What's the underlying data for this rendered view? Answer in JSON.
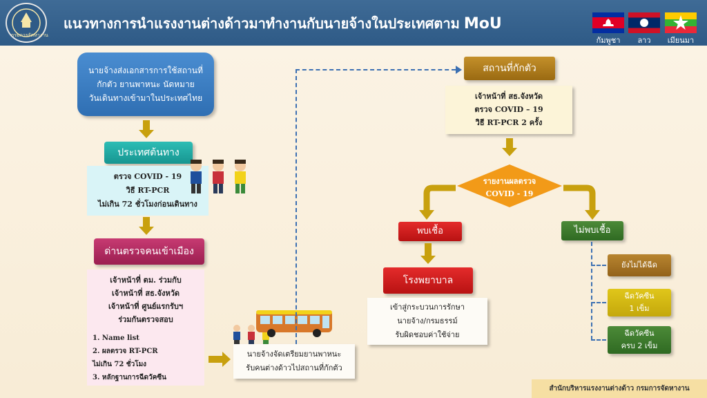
{
  "header": {
    "title": "แนวทางการนำแรงงานต่างด้าวมาทำงานกับนายจ้างในประเทศตาม",
    "title_suffix": "MoU",
    "logo_text": "กรมการจัดหางาน",
    "flags": [
      {
        "label": "กัมพูชา",
        "icon": "cambodia-flag"
      },
      {
        "label": "ลาว",
        "icon": "laos-flag"
      },
      {
        "label": "เมียนมา",
        "icon": "myanmar-flag"
      }
    ]
  },
  "left_flow": {
    "employer_docs": [
      "นายจ้างส่งเอกสารการใช้สถานที่",
      "กักตัว ยานพาหนะ นัดหมาย",
      "วันเดินทางเข้ามาในประเทศไทย"
    ],
    "origin_title": "ประเทศต้นทาง",
    "origin_lines": [
      "ตรวจ COVID - 19",
      "วิธี RT-PCR",
      "ไม่เกิน 72 ชั่วโมงก่อนเดินทาง"
    ],
    "checkpoint_title": "ด่านตรวจคนเข้าเมือง",
    "checkpoint_lines": [
      "เจ้าหน้าที่ ตม. ร่วมกับ",
      "เจ้าหน้าที่ สธ.จังหวัด",
      "เจ้าหน้าที่ ศูนย์แรกรับฯ",
      "ร่วมกันตรวจสอบ"
    ],
    "checkpoint_list": [
      "1. Name list",
      "2. ผลตรวจ RT-PCR",
      "ไม่เกิน 72 ชั่วโมง",
      "3. หลักฐานการฉีดวัคซีน"
    ],
    "transport_lines": [
      "นายจ้างจัดเตรียมยานพาหนะ",
      "รับคนต่างด้าวไปสถานที่กักตัว"
    ]
  },
  "right_flow": {
    "quarantine_title": "สถานที่กักตัว",
    "quarantine_lines": [
      "เจ้าหน้าที่ สธ.จังหวัด",
      "ตรวจ COVID – 19",
      "วิธี RT-PCR 2 ครั้ง"
    ],
    "report_lines": [
      "รายงานผลตรวจ",
      "COVID - 19"
    ],
    "found_label": "พบเชื้อ",
    "hospital_label": "โรงพยาบาล",
    "hospital_lines": [
      "เข้าสู่กระบวนการรักษา",
      "นายจ้าง/กรมธรรม์",
      "รับผิดชอบค่าใช้จ่าย"
    ],
    "not_found_label": "ไม่พบเชื้อ",
    "vaccine_options": [
      [
        "ยังไม่ได้ฉีด"
      ],
      [
        "ฉีดวัคซีน",
        "1 เข็ม"
      ],
      [
        "ฉีดวัคซีน",
        "ครบ 2 เข็ม"
      ]
    ]
  },
  "footer": "สำนักบริหารแรงงานต่างด้าว กรมการจัดหางาน",
  "colors": {
    "header": "#2e5a86",
    "blue_box": "#3b7bbf",
    "teal": "#1fa6a0",
    "magenta": "#b0265e",
    "gold": "#c8a00e",
    "brown": "#a7781e",
    "red": "#d91f1f",
    "green": "#3e7a2e",
    "orange": "#f29a18"
  }
}
